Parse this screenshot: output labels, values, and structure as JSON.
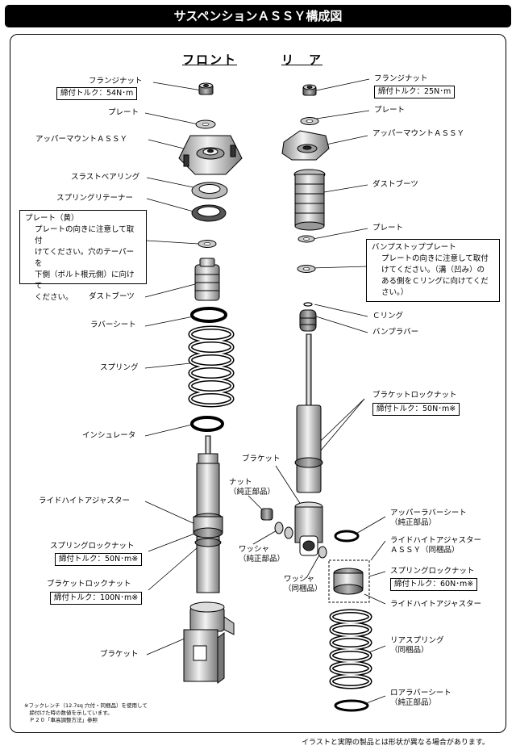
{
  "title": "サスペンションＡＳＳＹ構成図",
  "front": {
    "heading": "フロント",
    "labels": {
      "flange_nut": "フランジナット",
      "flange_torque": "締付トルク：54N･m",
      "plate": "プレート",
      "upper_mount": "アッパーマウントＡＳＳＹ",
      "thrust_bearing": "スラストベアリング",
      "spring_retainer": "スプリングリテーナー",
      "dust_boot": "ダストブーツ",
      "rubber_seat": "ラバーシート",
      "spring": "スプリング",
      "insulator": "インシュレータ",
      "ride_height": "ライドハイトアジャスター",
      "spring_lock_nut": "スプリングロックナット",
      "spring_lock_torque": "締付トルク：50N･m※",
      "bracket_lock_nut": "ブラケットロックナット",
      "bracket_lock_torque": "締付トルク：100N･m※",
      "bracket": "ブラケット"
    },
    "note": {
      "title": "プレート（黄）",
      "body": "プレートの向きに注意して取付\nけてください。穴のテーパーを\n下側（ボルト根元側）に向けて\nください。"
    }
  },
  "rear": {
    "heading": "リ　ア",
    "labels": {
      "flange_nut": "フランジナット",
      "flange_torque": "締付トルク：25N･m",
      "plate1": "プレート",
      "upper_mount": "アッパーマウントＡＳＳＹ",
      "dust_boot": "ダストブーツ",
      "plate2": "プレート",
      "c_ring": "Ｃリング",
      "bump_rubber": "バンプラバー",
      "bracket_lock_nut": "ブラケットロックナット",
      "bracket_lock_torque": "締付トルク：50N･m※",
      "bracket": "ブラケット",
      "nut": "ナット\n（純正部品）",
      "washer_oem": "ワッシャ\n（純正部品）",
      "washer_incl": "ワッシャ\n（同梱品）",
      "upper_rubber_seat": "アッパーラバーシート\n（純正部品）",
      "ride_height_assy": "ライドハイトアジャスター\nＡＳＳＹ（同梱品）",
      "spring_lock_nut": "スプリングロックナット",
      "spring_lock_torque": "締付トルク：60N･m※",
      "ride_height": "ライドハイトアジャスター",
      "rear_spring": "リアスプリング\n（同梱品）",
      "lower_rubber_seat": "ロアラバーシート\n（純正部品）"
    },
    "note": {
      "title": "バンプストッププレート",
      "body": "プレートの向きに注意して取付\nけてください。（溝（凹み）の\nある側をＣリングに向けてくだ\nさい。）"
    }
  },
  "footnote": "※フックレンチ（12.7sq 穴付・同梱品）を使用して\n　締付けた時の数値を示しています。\n　Ｐ２０「車高調整方法」参照",
  "footer": "イラストと実際の製品とは形状が異なる場合があります。"
}
